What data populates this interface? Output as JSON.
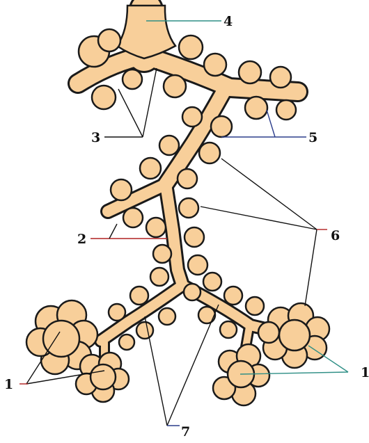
{
  "colors": {
    "tissue_fill": "#f8cf9a",
    "outline": "#1a1a1a",
    "leader_black": "#111111",
    "leader_teal": "#2f8f86",
    "leader_red": "#b02020",
    "leader_blue": "#2c3e8c"
  },
  "labels": {
    "one_left": "1",
    "one_right": "1",
    "two": "2",
    "three": "3",
    "four": "4",
    "five": "5",
    "six": "6",
    "seven": "7"
  }
}
